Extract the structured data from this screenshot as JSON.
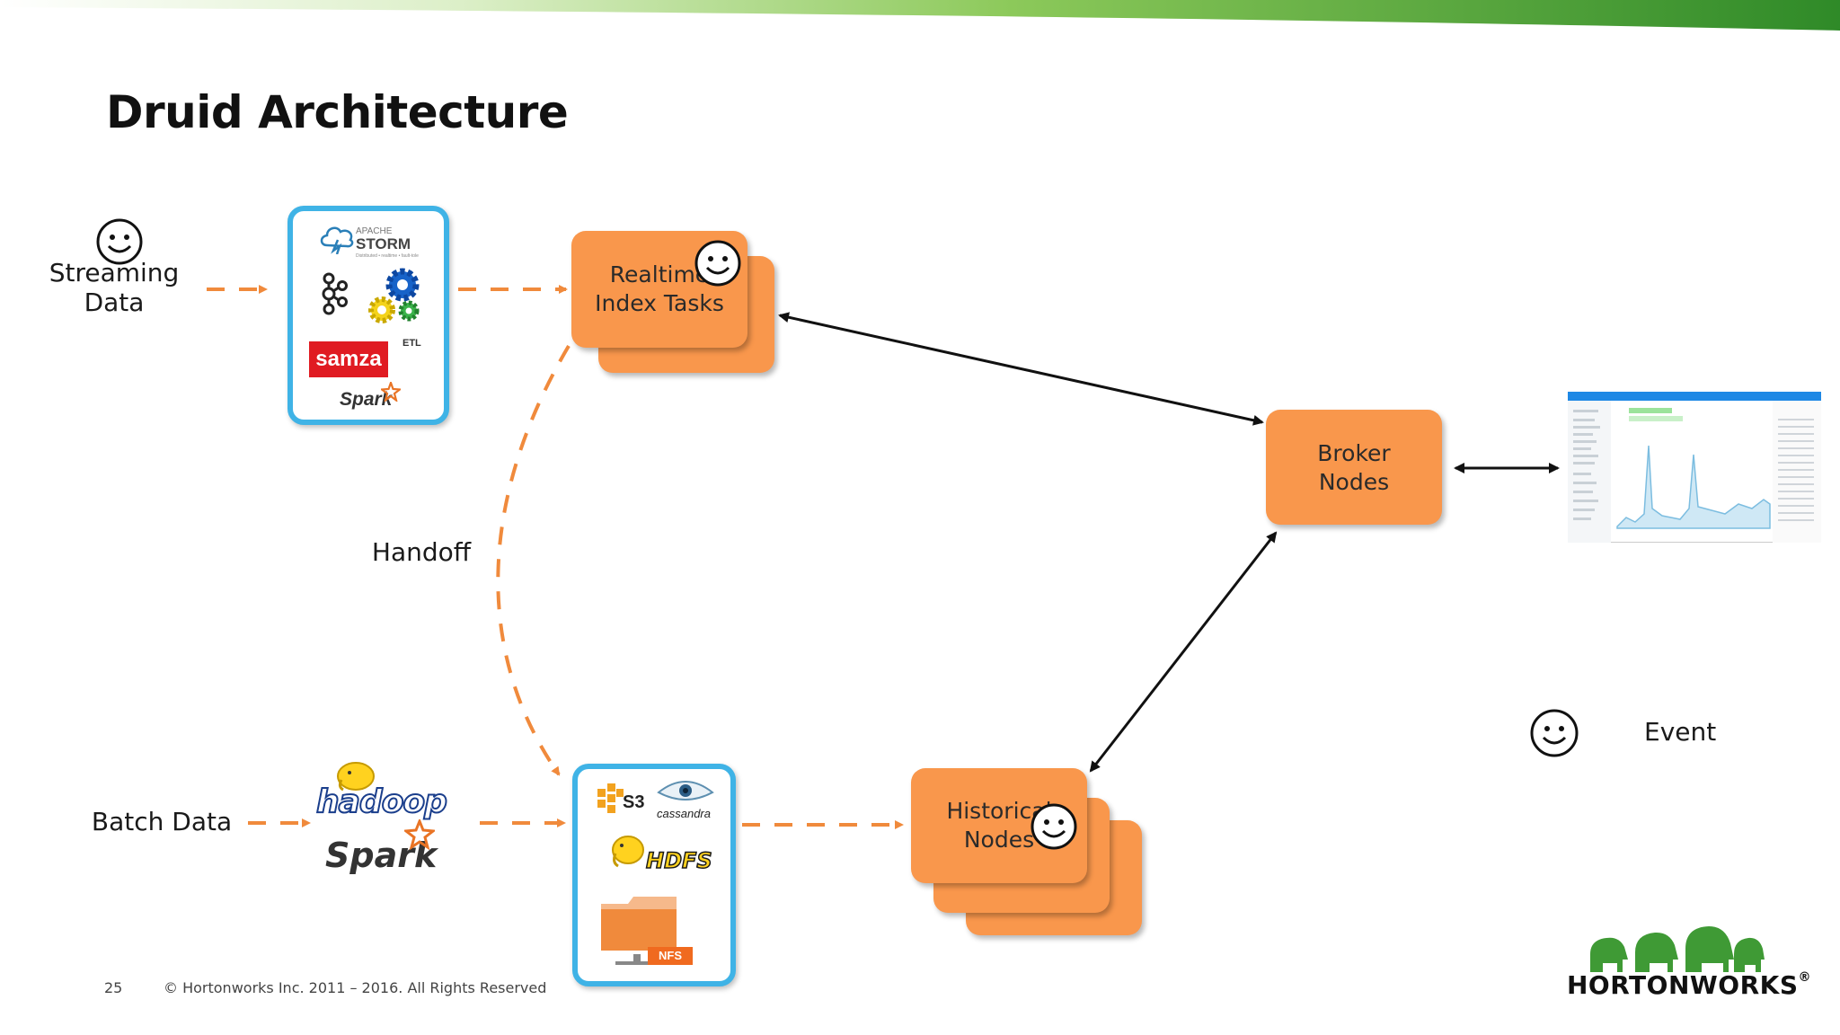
{
  "slide": {
    "title": "Druid Architecture",
    "page_number": "25",
    "copyright": "© Hortonworks Inc. 2011 – 2016. All Rights Reserved"
  },
  "sources": {
    "streaming_label_line1": "Streaming",
    "streaming_label_line2": "Data",
    "batch_label": "Batch Data"
  },
  "stream_tools": {
    "storm_small": "APACHE",
    "storm": "STORM",
    "storm_tagline": "Distributed • realtime • fault-tolerant",
    "etl": "ETL",
    "samza": "samza",
    "spark": "Spark"
  },
  "batch_tools": {
    "hadoop": "hadoop",
    "spark": "Spark"
  },
  "storage_tools": {
    "s3": "S3",
    "cassandra": "cassandra",
    "hdfs": "HDFS",
    "nfs": "NFS"
  },
  "nodes": {
    "realtime_line1": "Realtime",
    "realtime_line2": "Index Tasks",
    "broker_line1": "Broker",
    "broker_line2": "Nodes",
    "historical_line1": "Historical",
    "historical_line2": "Nodes"
  },
  "handoff_label": "Handoff",
  "legend": {
    "event_label": "Event"
  },
  "brand": {
    "name": "HORTONWORKS",
    "name_mark": "®"
  },
  "colors": {
    "node_orange": "#f9974c",
    "tool_box_border": "#3fb3e6",
    "dashed_arrow": "#f08a3c",
    "header_green": "#5aaa2e",
    "elephant_green": "#3f9a35"
  }
}
